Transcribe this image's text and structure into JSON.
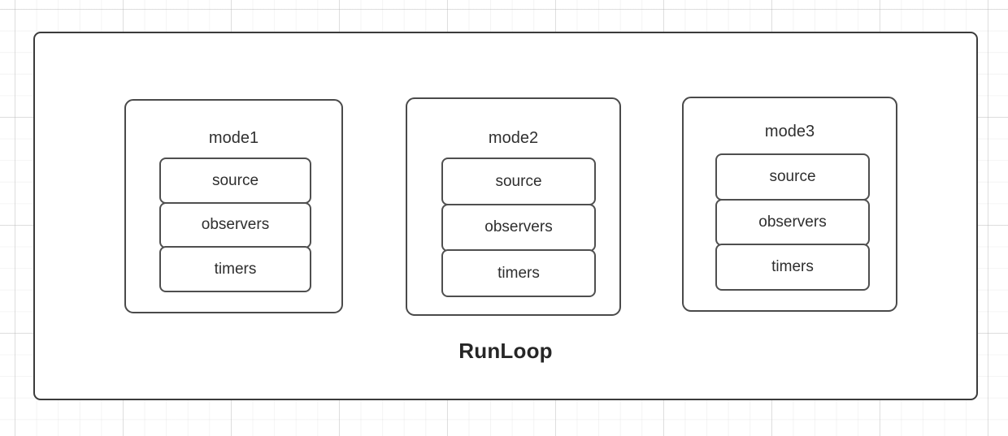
{
  "diagram": {
    "title": "RunLoop",
    "background": {
      "style": "graph-paper-grid",
      "grid_color": "#d0d0d0",
      "page_color": "#ffffff"
    },
    "colors": {
      "outer_border": "#3b3b3b",
      "mode_border": "#4a4a4a",
      "item_border": "#4f4f4f",
      "text": "#2e2e2e",
      "fill": "#ffffff"
    },
    "modes": [
      {
        "label": "mode1",
        "items": [
          {
            "label": "source"
          },
          {
            "label": "observers"
          },
          {
            "label": "timers"
          }
        ]
      },
      {
        "label": "mode2",
        "items": [
          {
            "label": "source"
          },
          {
            "label": "observers"
          },
          {
            "label": "timers"
          }
        ]
      },
      {
        "label": "mode3",
        "items": [
          {
            "label": "source"
          },
          {
            "label": "observers"
          },
          {
            "label": "timers"
          }
        ]
      }
    ]
  }
}
